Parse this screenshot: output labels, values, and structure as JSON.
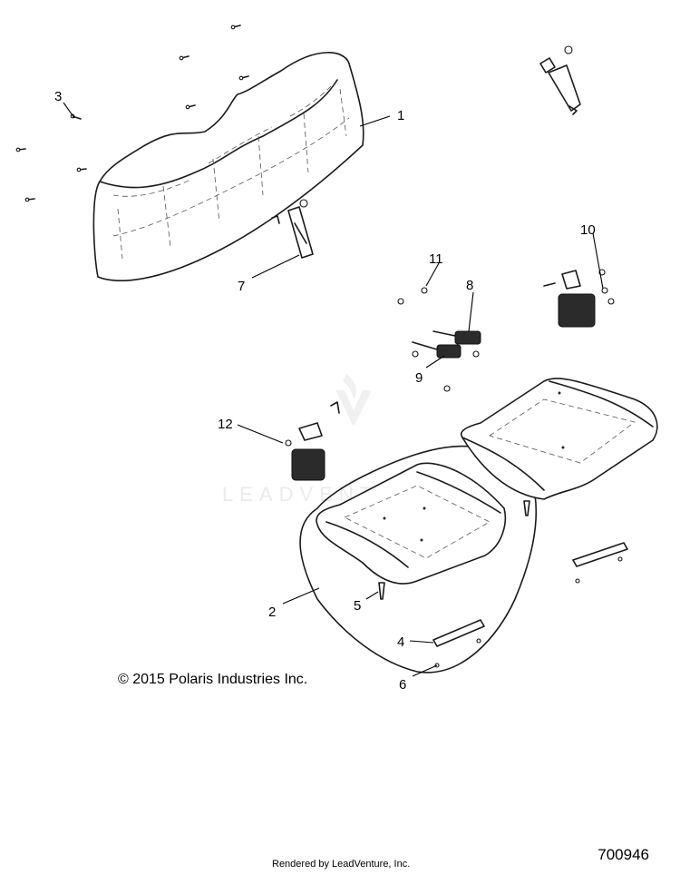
{
  "watermark": {
    "text": "LEADVENTURE"
  },
  "callouts": [
    {
      "id": "callout-1",
      "label": "1"
    },
    {
      "id": "callout-2",
      "label": "2"
    },
    {
      "id": "callout-3",
      "label": "3"
    },
    {
      "id": "callout-4",
      "label": "4"
    },
    {
      "id": "callout-5",
      "label": "5"
    },
    {
      "id": "callout-6",
      "label": "6"
    },
    {
      "id": "callout-7",
      "label": "7"
    },
    {
      "id": "callout-8",
      "label": "8"
    },
    {
      "id": "callout-9",
      "label": "9"
    },
    {
      "id": "callout-10",
      "label": "10"
    },
    {
      "id": "callout-11",
      "label": "11"
    },
    {
      "id": "callout-12",
      "label": "12"
    }
  ],
  "copyright": "© 2015 Polaris Industries Inc.",
  "footer": {
    "rendered_by": "Rendered by LeadVenture, Inc."
  },
  "diagram_number": "700946"
}
